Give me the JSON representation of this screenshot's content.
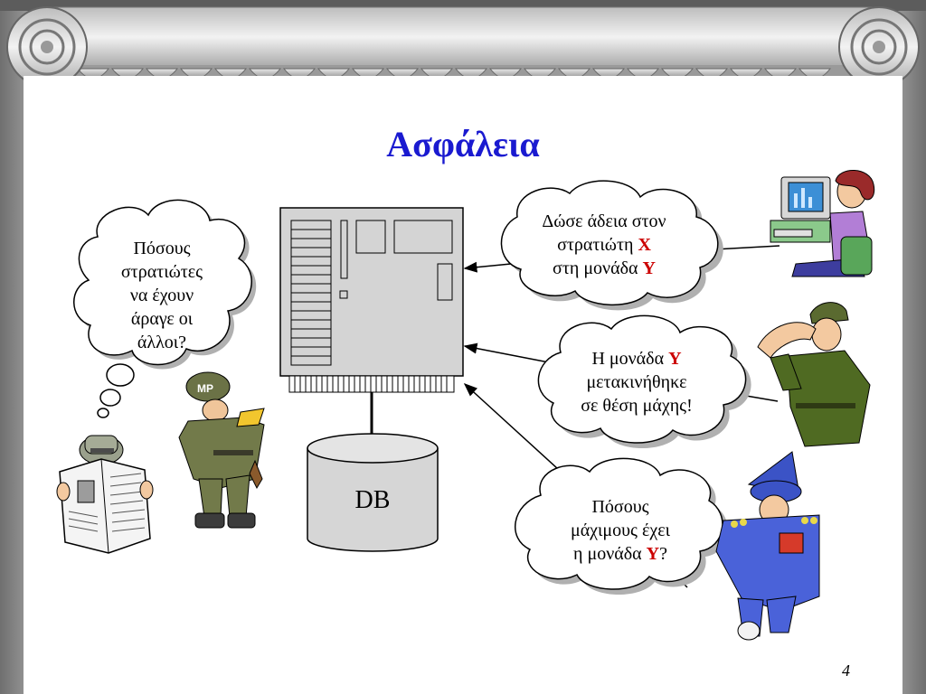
{
  "slide": {
    "title": "Ασφάλεια",
    "page_number": "4"
  },
  "database": {
    "label": "DB"
  },
  "bubbles": {
    "left_thought": [
      "Πόσους",
      "στρατιώτες",
      "να έχουν",
      "άραγε οι",
      "άλλοι?"
    ],
    "grant_leave": {
      "line1": "Δώσε άδεια στον",
      "line2_text": "στρατιώτη ",
      "line2_var": "X",
      "line3_text": "στη μονάδα ",
      "line3_var": "Y"
    },
    "unit_moved": {
      "line1_text": "Η μονάδα ",
      "line1_var": "Y",
      "line2": "μετακινήθηκε",
      "line3": "σε θέση μάχης!"
    },
    "how_many": {
      "line1": "Πόσους",
      "line2": "μάχιμους έχει",
      "line3_text": "η μονάδα ",
      "line3_var": "Y",
      "line3_tail": "?"
    }
  },
  "figures": {
    "spy": "spy-reading-newspaper",
    "mp": "military-police-soldier",
    "clerk": "computer-operator",
    "soldier": "saluting-soldier",
    "general": "general-officer"
  },
  "mp_badge": "MP",
  "colors": {
    "title": "#1a1ad0",
    "highlight": "#cc0000",
    "server_fill": "#d4d4d4",
    "db_fill": "#d6d6d6"
  }
}
